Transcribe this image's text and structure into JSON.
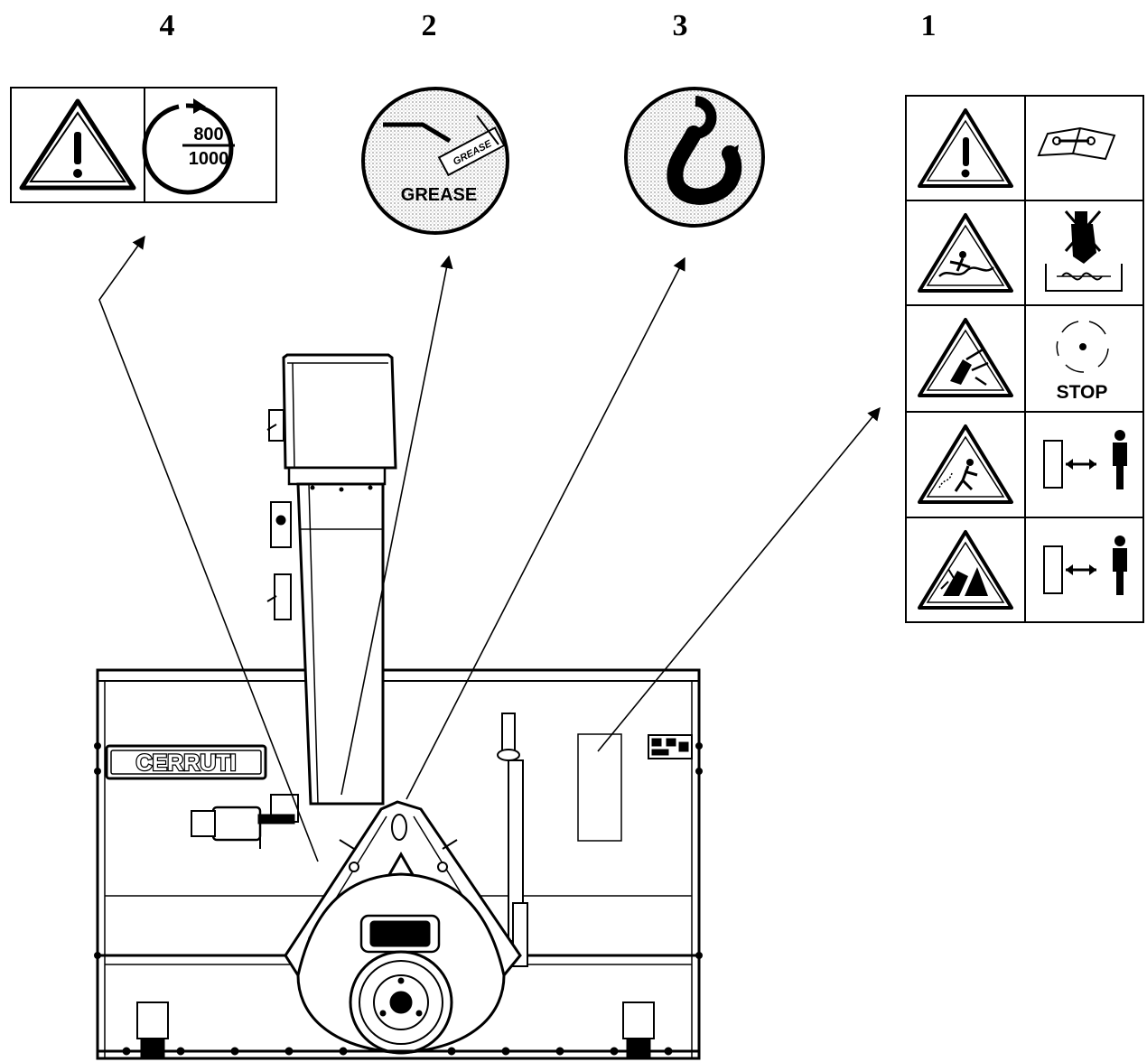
{
  "callouts": [
    {
      "number": "4",
      "target": "decal-warning-pto-speed"
    },
    {
      "number": "2",
      "target": "decal-grease"
    },
    {
      "number": "3",
      "target": "decal-lifting-hook"
    },
    {
      "number": "1",
      "target": "decal-safety-panel"
    }
  ],
  "decal_4": {
    "pto_top": "800",
    "pto_bottom": "1000"
  },
  "decal_2": {
    "tag_text": "GREASE",
    "label": "GREASE"
  },
  "decal_1": {
    "stop_label": "STOP"
  },
  "machine": {
    "brand": "CERRUTI"
  },
  "colors": {
    "ink": "#000000",
    "paper": "#ffffff",
    "body_fill": "#e8e8e8",
    "stipple": "#cfcfcf"
  }
}
